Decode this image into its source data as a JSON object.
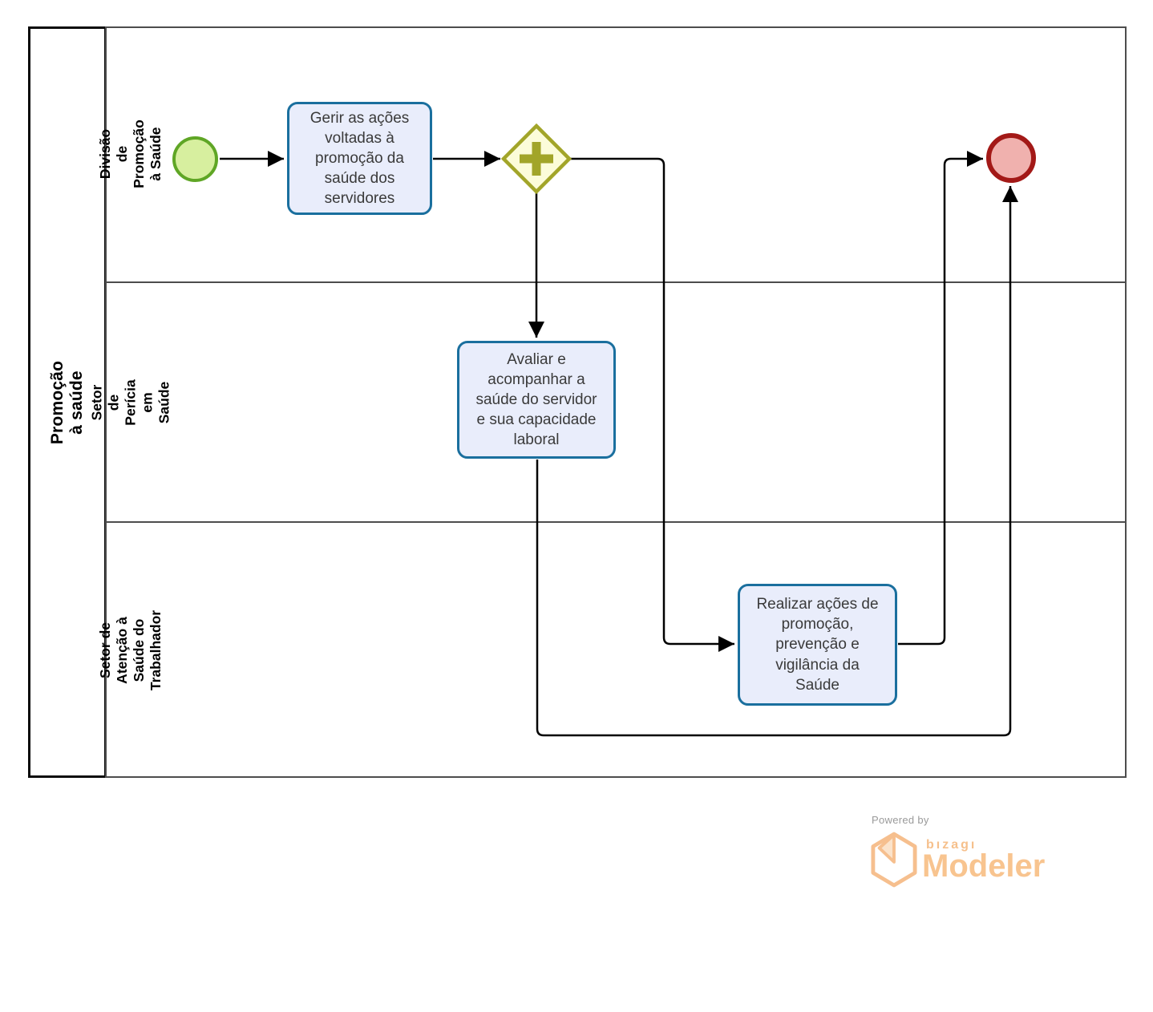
{
  "diagram": {
    "pool": {
      "label": "Promoção à saúde"
    },
    "lanes": [
      {
        "label": "Divisão de Promoção à Saúde"
      },
      {
        "label": "Setor de Perícia em Saúde"
      },
      {
        "label": [
          "Setor de Atenção à Saúde do",
          "Trabalhador"
        ]
      }
    ],
    "nodes": [
      {
        "id": "start",
        "type": "start-event"
      },
      {
        "id": "task-gerir",
        "type": "task",
        "label": [
          "Gerir as ações",
          "voltadas à",
          "promoção da",
          "saúde dos",
          "servidores"
        ]
      },
      {
        "id": "gateway",
        "type": "parallel-gateway"
      },
      {
        "id": "task-avaliar",
        "type": "task",
        "label": [
          "Avaliar e",
          "acompanhar a",
          "saúde do servidor",
          "e sua capacidade",
          "laboral"
        ]
      },
      {
        "id": "task-realizar",
        "type": "task",
        "label": [
          "Realizar ações de",
          "promoção,",
          "prevenção e",
          "vigilância da",
          "Saúde"
        ]
      },
      {
        "id": "end",
        "type": "end-event"
      }
    ],
    "edges": [
      {
        "from": "start",
        "to": "task-gerir"
      },
      {
        "from": "task-gerir",
        "to": "gateway"
      },
      {
        "from": "gateway",
        "to": "task-avaliar"
      },
      {
        "from": "gateway",
        "to": "task-realizar"
      },
      {
        "from": "task-realizar",
        "to": "end"
      },
      {
        "from": "task-avaliar",
        "to": "end"
      }
    ],
    "colors": {
      "task_fill": "#e9edfb",
      "task_border": "#1a6f9e",
      "start_fill": "#d7ef9f",
      "start_border": "#5fa625",
      "end_fill": "#f0b1ae",
      "end_border": "#a31917",
      "gateway_fill": "#fcfcd9",
      "gateway_border": "#a2a529",
      "lane_border": "#4d4d4d",
      "pool_border": "#0a0a0a",
      "connector": "#000000"
    }
  },
  "footer": {
    "powered_by": "Powered by",
    "brand": "bızagı",
    "product": "Modeler",
    "brand_color": "#f8c48f"
  }
}
